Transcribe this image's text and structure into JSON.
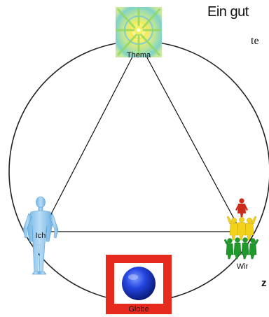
{
  "diagram": {
    "heading_fragment": "Ein gut",
    "side_fragment": "te",
    "corner_fragment": "z",
    "nodes": {
      "top": {
        "label": "Thema",
        "icon": "mandala-icon"
      },
      "left": {
        "label": "Ich",
        "icon": "human-body-icon"
      },
      "right": {
        "label": "Wir",
        "icon": "people-pyramid-icon"
      },
      "bottom": {
        "label": "Globe",
        "icon": "blue-sphere-icon"
      }
    },
    "colors": {
      "circle_stroke": "#222222",
      "triangle_stroke": "#111111",
      "globe_frame": "#e62b1e",
      "globe_sphere": "#1f3fd6",
      "body_figure": "#8cc4ec",
      "people_red": "#cc2a1a",
      "people_yellow": "#f2d21a",
      "people_green": "#1f9a2a"
    }
  }
}
